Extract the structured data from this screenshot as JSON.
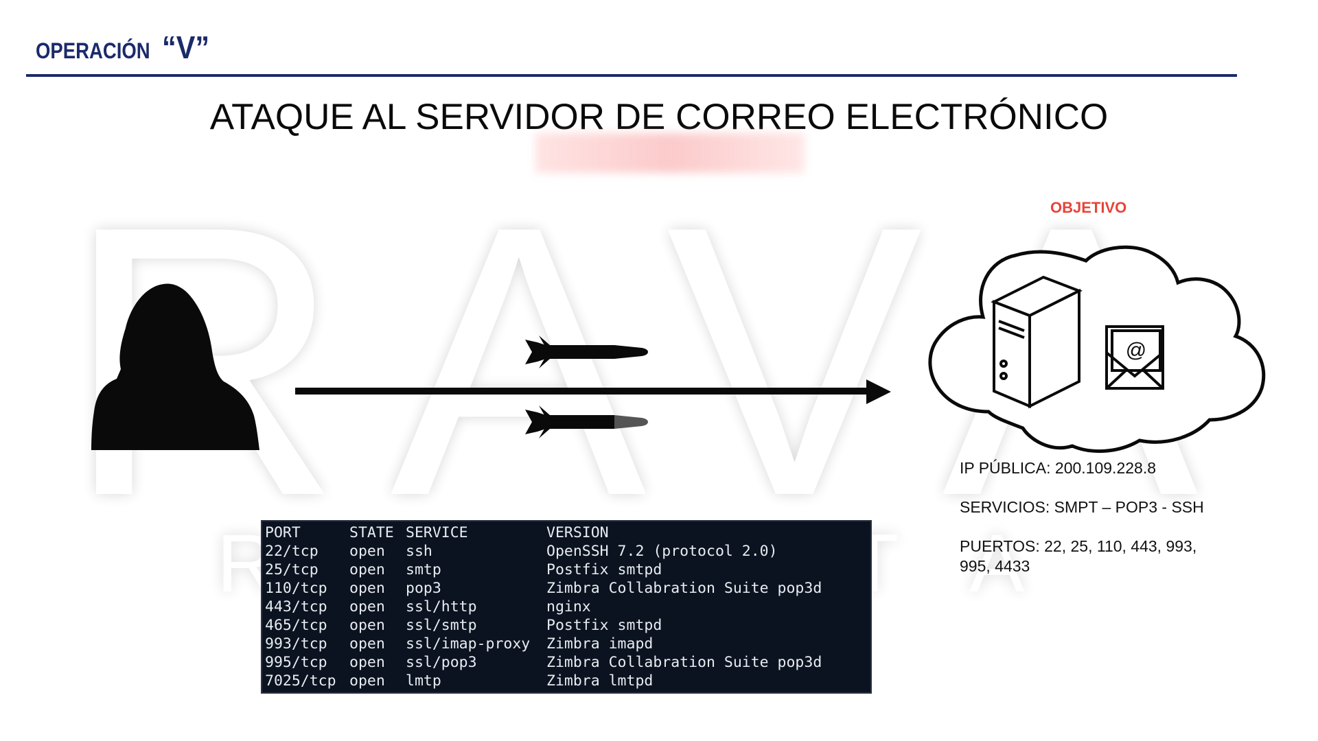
{
  "header": {
    "brand_prefix": "OPERACIÓN",
    "brand_suffix": "“V”",
    "title": "ATAQUE AL SERVIDOR DE CORREO ELECTRÓNICO",
    "brand_color": "#1b2a6b"
  },
  "watermark": {
    "large": "RAVA",
    "small": "REVISTA"
  },
  "target": {
    "label": "OBJETIVO",
    "label_color": "#e8433a",
    "ip": "IP PÚBLICA: 200.109.228.8",
    "services": "SERVICIOS: SMPT – POP3 - SSH",
    "ports_line1": "PUERTOS: 22, 25, 110, 443, 993,",
    "ports_line2": "995, 4433",
    "icons": [
      "cloud-icon",
      "server-tower-icon",
      "envelope-at-icon"
    ]
  },
  "attacker": {
    "icon": "hooded-hacker-icon"
  },
  "attack": {
    "icons": [
      "missile-icon",
      "missile-icon",
      "arrow-right-icon"
    ]
  },
  "scan": {
    "headers": {
      "port": "PORT",
      "state": "STATE",
      "service": "SERVICE",
      "version": "VERSION"
    },
    "rows": [
      {
        "port": "22/tcp",
        "state": "open",
        "service": "ssh",
        "version": "OpenSSH 7.2 (protocol 2.0)"
      },
      {
        "port": "25/tcp",
        "state": "open",
        "service": "smtp",
        "version": "Postfix smtpd"
      },
      {
        "port": "110/tcp",
        "state": "open",
        "service": "pop3",
        "version": "Zimbra Collabration Suite pop3d"
      },
      {
        "port": "443/tcp",
        "state": "open",
        "service": "ssl/http",
        "version": "nginx"
      },
      {
        "port": "465/tcp",
        "state": "open",
        "service": "ssl/smtp",
        "version": "Postfix smtpd"
      },
      {
        "port": "993/tcp",
        "state": "open",
        "service": "ssl/imap-proxy",
        "version": "Zimbra imapd"
      },
      {
        "port": "995/tcp",
        "state": "open",
        "service": "ssl/pop3",
        "version": "Zimbra Collabration Suite pop3d"
      },
      {
        "port": "7025/tcp",
        "state": "open",
        "service": "lmtp",
        "version": "Zimbra lmtpd"
      }
    ]
  }
}
